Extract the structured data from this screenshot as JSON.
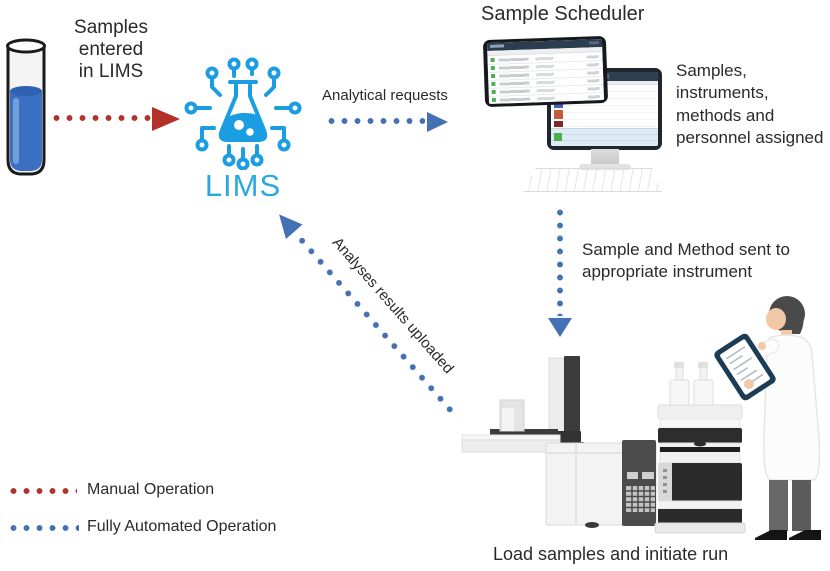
{
  "colors": {
    "manual": "#b23229",
    "automated": "#4470b4",
    "lims-blue": "#1b9de2",
    "lims-text": "#29a9df",
    "ink": "#2a2a2a",
    "status-green": "#4caf50",
    "status-blue": "#4a5fb5",
    "status-orange": "#c75b39",
    "status-darkred": "#7e2a2a"
  },
  "icons": {
    "sample_tube": "sample-tube-icon",
    "lims": "lims-circuit-flask-icon",
    "scheduler_tablet": "tablet-device-icon",
    "scheduler_monitor": "desktop-monitor-icon",
    "gc": "gc-autosampler-instrument-icon",
    "hplc": "hplc-stack-instrument-icon",
    "technician": "lab-technician-icon"
  },
  "nodes": {
    "samples": {
      "label": "Samples\nentered\nin LIMS"
    },
    "lims": {
      "label": "LIMS"
    },
    "scheduler": {
      "title": "Sample Scheduler",
      "caption": "Samples,\ninstruments,\nmethods and\npersonnel assigned"
    },
    "instruments": {
      "caption": "Load samples and initiate run"
    }
  },
  "arrows": {
    "analytical_requests": {
      "label": "Analytical requests",
      "type": "automated"
    },
    "sample_method": {
      "label": "Sample and Method sent to\nappropriate instrument",
      "type": "automated"
    },
    "results_uploaded": {
      "label": "Analyses results uploaded",
      "type": "automated"
    },
    "samples_to_lims": {
      "label": "",
      "type": "manual"
    }
  },
  "legend": {
    "manual": {
      "label": "Manual Operation"
    },
    "automated": {
      "label": "Fully Automated Operation"
    }
  }
}
